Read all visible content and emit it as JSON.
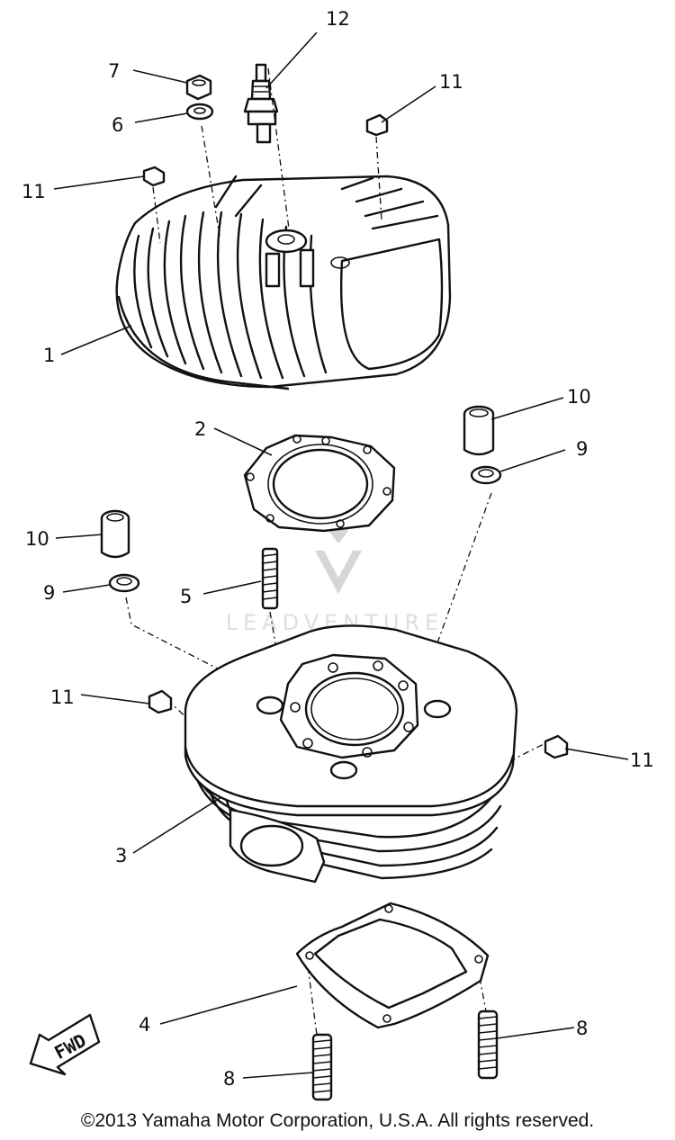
{
  "callouts": [
    {
      "id": "c1",
      "text": "1"
    },
    {
      "id": "c2",
      "text": "2"
    },
    {
      "id": "c3",
      "text": "3"
    },
    {
      "id": "c4",
      "text": "4"
    },
    {
      "id": "c5",
      "text": "5"
    },
    {
      "id": "c6",
      "text": "6"
    },
    {
      "id": "c7",
      "text": "7"
    },
    {
      "id": "c8a",
      "text": "8"
    },
    {
      "id": "c8b",
      "text": "8"
    },
    {
      "id": "c9a",
      "text": "9"
    },
    {
      "id": "c9b",
      "text": "9"
    },
    {
      "id": "c10a",
      "text": "10"
    },
    {
      "id": "c10b",
      "text": "10"
    },
    {
      "id": "c11a",
      "text": "11"
    },
    {
      "id": "c11b",
      "text": "11"
    },
    {
      "id": "c11c",
      "text": "11"
    },
    {
      "id": "c11d",
      "text": "11"
    },
    {
      "id": "c12",
      "text": "12"
    }
  ],
  "fwd_label": "FWD",
  "watermark_text": "LEADVENTURE",
  "copyright": "©2013 Yamaha Motor Corporation, U.S.A. All rights reserved."
}
